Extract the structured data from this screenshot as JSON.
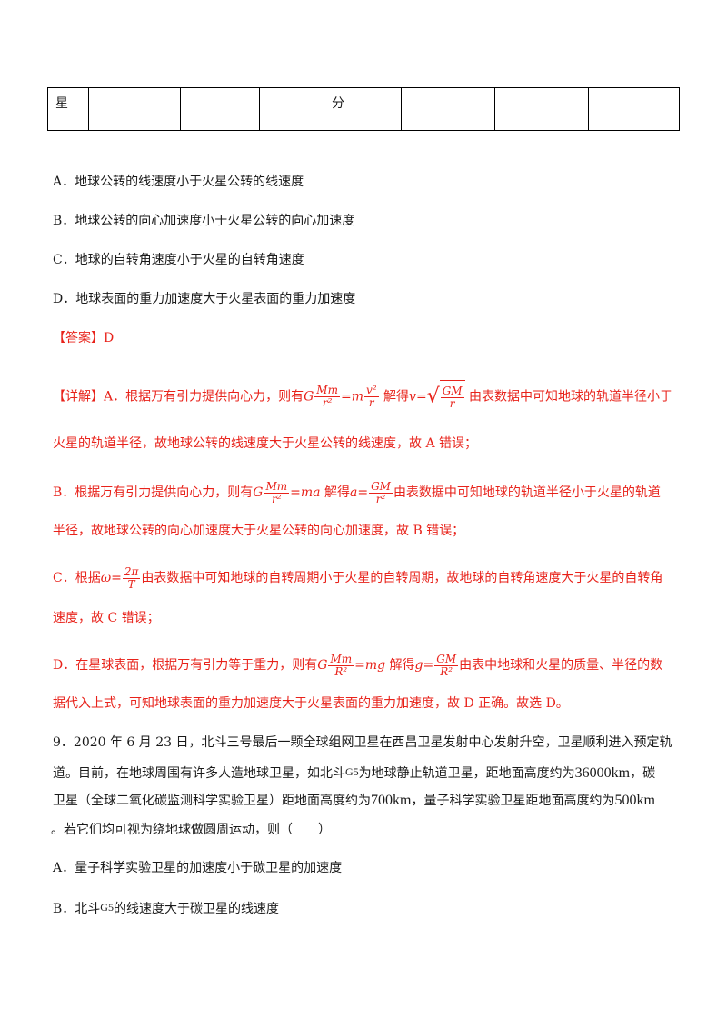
{
  "table": {
    "cells": [
      "星",
      "",
      "",
      "",
      "分",
      "",
      "",
      ""
    ]
  },
  "options": {
    "a": "A．地球公转的线速度小于火星公转的线速度",
    "b": "B．地球公转的向心加速度小于火星公转的向心加速度",
    "c": "C．地球的自转角速度小于火星的自转角速度",
    "d": "D．地球表面的重力加速度大于火星表面的重力加速度"
  },
  "answer": {
    "label": "【答案】D"
  },
  "detail": {
    "a1_prefix": "【详解】A．根据万有引力提供向心力，则有",
    "a1_mid": "解得",
    "a1_suffix": "由表数据中可知地球的轨道半径小于",
    "a2": "火星的轨道半径，故地球公转的线速度大于火星公转的线速度，故 A 错误；",
    "b1_prefix": "B．根据万有引力提供向心力，则有",
    "b1_mid": "解得",
    "b1_suffix": "由表数据中可知地球的轨道半径小于火星的轨道",
    "b2": "半径，故地球公转的向心加速度大于火星公转的向心加速度，故 B 错误；",
    "c1_prefix": "C．根据",
    "c1_suffix": "由表数据中可知地球的自转周期小于火星的自转周期，故地球的自转角速度大于火星的自转角",
    "c2": "速度，故 C 错误；",
    "d1_prefix": "D．在星球表面，根据万有引力等于重力，则有",
    "d1_mid": "解得",
    "d1_suffix": "由表中地球和火星的质量、半径的数",
    "d2": "据代入上式，可知地球表面的重力加速度大于火星表面的重力加速度，故 D 正确。故选 D。"
  },
  "formulas": {
    "G": "G",
    "Mm": "Mm",
    "r2": "r²",
    "eq": "=",
    "m": "m",
    "v2": "v²",
    "r": "r",
    "v": "v",
    "GM": "GM",
    "ma": "ma",
    "a": "a",
    "omega": "ω",
    "two_pi": "2π",
    "T": "T",
    "R2": "R²",
    "mg": "mg",
    "g": "g"
  },
  "q9": {
    "l1": "9．2020 年 6 月 23 日，北斗三号最后一颗全球组网卫星在西昌卫星发射中心发射升空，卫星顺利进入预定轨",
    "l2_a": "道。目前，在地球周围有许多人造地球卫星，如北斗",
    "g5": "G5",
    "l2_b": "为地球静止轨道卫星，距地面高度约为",
    "h1": "36000km",
    "l2_c": "，碳",
    "l3_a": "卫星（全球二氧化碳监测科学实验卫星）距地面高度约为",
    "h2": "700km",
    "l3_b": "，量子科学实验卫星距地面高度约为",
    "h3": "500km",
    "l4": "。若它们均可视为绕地球做圆周运动，则（　　）",
    "opt_a": "A．量子科学实验卫星的加速度小于碳卫星的加速度",
    "opt_b_a": "B．北斗",
    "opt_b_g5": "G5",
    "opt_b_b": "的线速度大于碳卫星的线速度"
  }
}
